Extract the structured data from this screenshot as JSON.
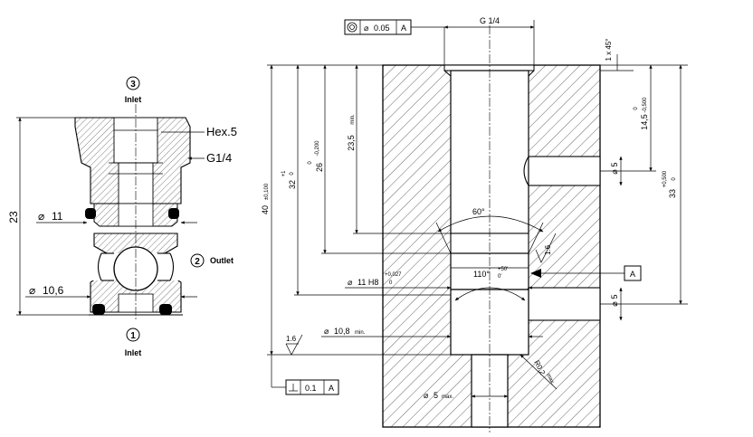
{
  "left_view": {
    "port3_num": "3",
    "port3_label": "Inlet",
    "port2_num": "2",
    "port2_label": "Outlet",
    "port1_num": "1",
    "port1_label": "Inlet",
    "hex_label": "Hex.5",
    "thread_label": "G1/4",
    "height_dim": "23",
    "dia_upper": "11",
    "dia_lower": "10,6"
  },
  "right_view": {
    "concentricity_tol": "0.05",
    "concentricity_datum": "A",
    "top_thread": "G 1/4",
    "chamfer": "1 x 45°",
    "dim_14_5": "14,5",
    "dim_14_5_tol_upper": "0",
    "dim_14_5_tol_lower": "-0,500",
    "dim_33": "33",
    "dim_33_tol_upper": "+0,500",
    "dim_33_tol_lower": "0",
    "dia_5_upper": "5",
    "dia_5_lower": "5",
    "dim_40": "40",
    "dim_40_tol": "±0,100",
    "dim_32": "32",
    "dim_32_tol_upper": "+1",
    "dim_32_tol_lower": "0",
    "dim_26": "26",
    "dim_26_tol_upper": "0",
    "dim_26_tol_lower": "-0,200",
    "dim_23_5": "23,5",
    "dim_23_5_suffix": "min.",
    "angle_60": "60°",
    "angle_110": "110°",
    "angle_110_tol_upper": "+50'",
    "angle_110_tol_lower": "0'",
    "roughness_1": "1.6",
    "roughness_2": "1.6",
    "datum_a": "A",
    "bore_11": "11 H8",
    "bore_11_tol_upper": "+0,027",
    "bore_11_tol_lower": "0",
    "bore_10_8": "10,8",
    "bore_10_8_suffix": "min.",
    "radius": "R0,2",
    "radius_suffix": "max.",
    "dia_5_bottom": "5",
    "dia_5_bottom_suffix": "max.",
    "perp_tol": "0.1",
    "perp_datum": "A"
  }
}
